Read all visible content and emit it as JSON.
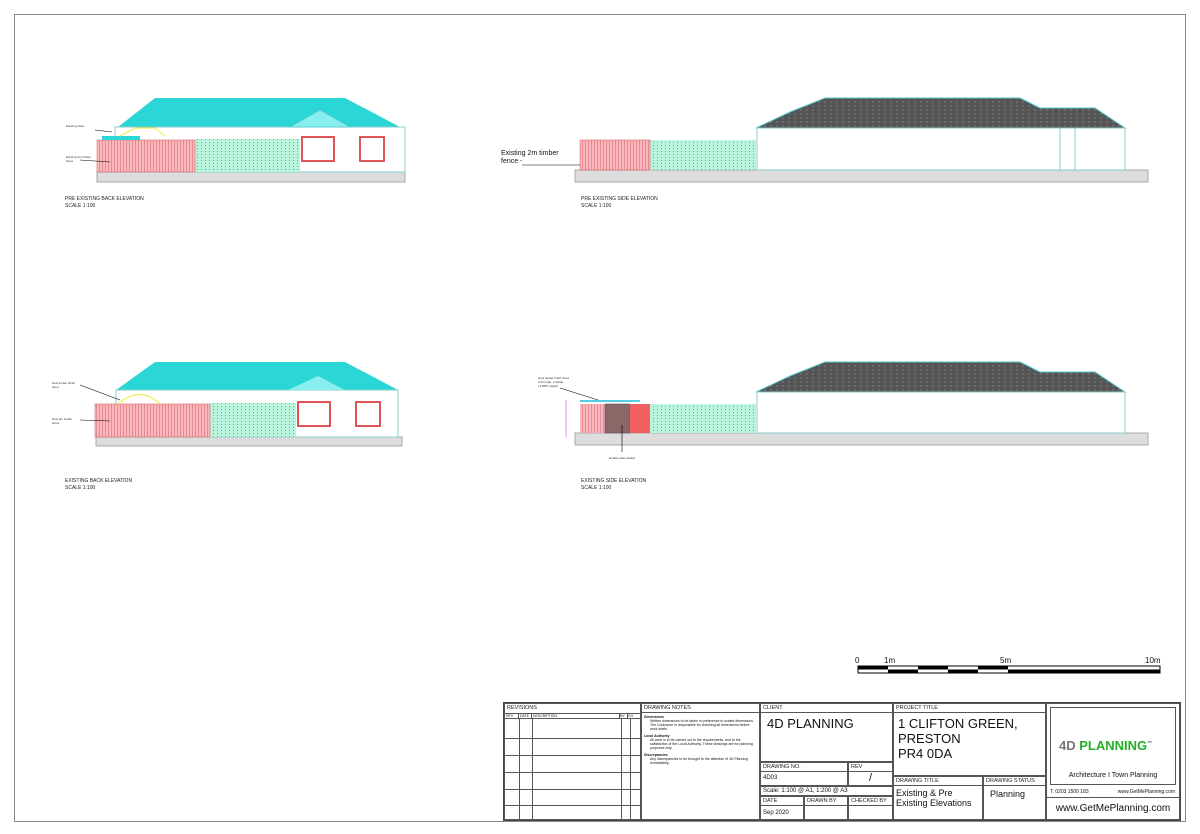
{
  "drawings": [
    {
      "title": "PRE EXISTING BACK ELEVATION",
      "scale": "SCALE 1:100",
      "notes": [
        "Existing shed",
        "Existing 2m timber fence"
      ]
    },
    {
      "title": "PRE EXISTING SIDE ELEVATION",
      "scale": "SCALE 1:100",
      "notes": [
        "Existing 2m timber fence -"
      ]
    },
    {
      "title": "EXISTING BACK ELEVATION",
      "scale": "SCALE 1:100",
      "notes": [
        "New timber finish shed",
        "New 2m timber fence"
      ]
    },
    {
      "title": "EXISTING SIDE ELEVATION",
      "scale": "SCALE 1:100",
      "notes": [
        "New render finish shed, 2.5m high, 3.1wide x1.865m depth",
        "Double Gate added"
      ]
    }
  ],
  "scale_bar": {
    "labels": [
      "0",
      "1m",
      "5m",
      "10m"
    ]
  },
  "title_block": {
    "revisions": {
      "header": "REVISIONS",
      "columns": [
        "REV",
        "DATE",
        "DESCRIPTION",
        "BY",
        "CH"
      ]
    },
    "notes": {
      "header": "DRAWING NOTES",
      "sections": [
        {
          "title": "Dimensions",
          "text": "Written dimensions to be taken in preference to scaled dimensions. The Contractor is responsible for checking all dimensions before work starts."
        },
        {
          "title": "Local Authority",
          "text": "All work is to be carried out to the requirements, and to the satisfaction of the Local Authority. These drawings are for planning purposes only."
        },
        {
          "title": "Discrepancies",
          "text": "Any discrepancies to be brought to the attention of 4D Planning immediately."
        }
      ]
    },
    "client": {
      "header": "CLIENT",
      "value": "4D PLANNING"
    },
    "drawing_no": {
      "header": "DRAWING NO.",
      "value": "4D03"
    },
    "rev": {
      "header": "REV",
      "value": "/"
    },
    "scale": "Scale:   1:100 @ A1, 1:200 @ A3",
    "date": {
      "header": "DATE",
      "value": "Sep 2020"
    },
    "drawn_by": {
      "header": "DRAWN BY"
    },
    "checked_by": {
      "header": "CHECKED BY"
    },
    "project_title": {
      "header": "PROJECT TITLE",
      "lines": [
        "1 CLIFTON GREEN,",
        "PRESTON",
        "PR4 0DA"
      ]
    },
    "drawing_title": {
      "header": "DRAWING TITLE",
      "value": "Existing & Pre Existing Elevations"
    },
    "drawing_status": {
      "header": "DRAWING STATUS",
      "value": "Planning"
    },
    "logo": {
      "prefix": "4D",
      "name": "PLANNING",
      "tm": "™",
      "tagline": "Architecture  I  Town Planning",
      "accent": "#22b022"
    },
    "phone": "T: 0203 1500 183",
    "web_small": "www.GetMePlanning.com",
    "web": "www.GetMePlanning.com"
  }
}
